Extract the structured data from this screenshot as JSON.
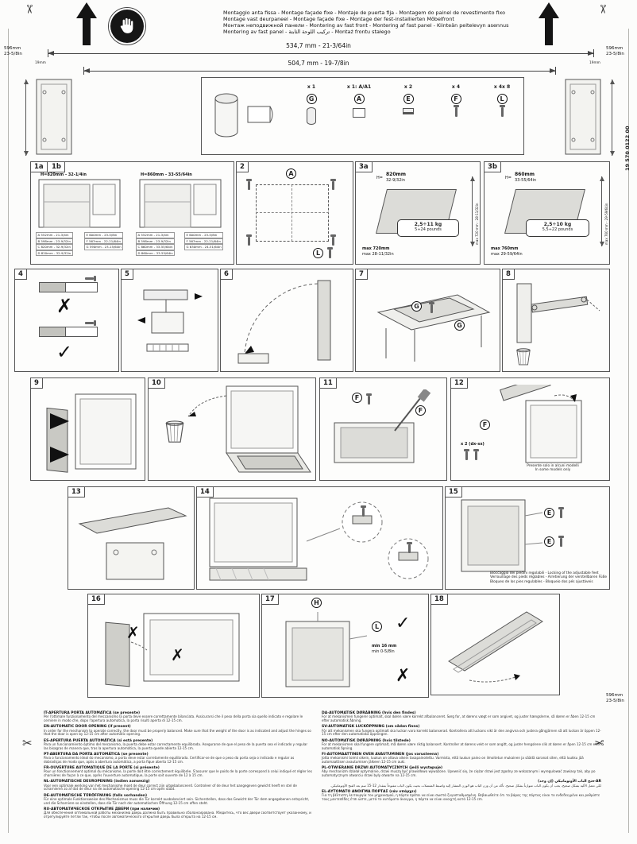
{
  "icons": {
    "scissors": "✂",
    "check": "✓",
    "cross": "✗"
  },
  "header": {
    "title_lines": [
      "Montaggio anta fissa - Montage façade fixe - Montaje de puerta fija - Montagem do painel de revestimento fixo",
      "Montage vast deurpaneel - Montage façade fixe - Montage der fest-installierten Möbelfront",
      "Монтаж неподвижной панели - Montering av fast front - Montering af fast panel - Kiinteän peitelevyn asennus",
      "Montering av fast panel - تركيب اللوحة الثابتة - Montaż frontu stałego"
    ],
    "dim_top": "534,7 mm - 21-3/64in",
    "dim_mid": "504,7 mm - 19-7/8in",
    "dim_19": "19mm",
    "side_mm": "596mm",
    "side_in": "23-5/8in",
    "doc_number": "19 570 0122 00"
  },
  "parts": {
    "items": [
      {
        "letter": "G",
        "qty": "x 1"
      },
      {
        "letter": "A",
        "qty": "x 1: A/A1"
      },
      {
        "letter": "E",
        "qty": "x 2"
      },
      {
        "letter": "F",
        "qty": "x 4"
      },
      {
        "letter": "L",
        "qty": "x 4x 8"
      }
    ]
  },
  "steps": {
    "s1": {
      "num_a": "1a",
      "num_b": "1b",
      "h1": "H=820mm - 32-1/4in",
      "h2": "H=860mm - 33-55/64in",
      "t1": [
        "A 552mm - 21-3/4in",
        "B 598mm - 23-9/32in",
        "C 820mm - 32-9/32in",
        "D 820mm - 32-9/32in"
      ],
      "t2": [
        "E 600mm - 23-5/8in",
        "F 567mm - 22-21/64in",
        "G 590mm - 23-15/64in"
      ],
      "t3": [
        "A 552mm - 21-3/4in",
        "B 598mm - 23-9/32in",
        "C 860mm - 33-55/64in",
        "D 860mm - 33-55/64in"
      ],
      "t4": [
        "E 600mm - 23-5/8in",
        "F 567mm - 22-21/64in",
        "G 630mm - 24-51/64in"
      ]
    },
    "s2": {
      "num": "2",
      "letter_a": "A",
      "letter_l": "L"
    },
    "s3a": {
      "num": "3a",
      "h": "H=",
      "mm": "820mm",
      "in": "32-9/32in",
      "kg": "2,5÷11 kg",
      "lb": "5÷24 pounds",
      "max_mm": "max 720mm",
      "max_in": "max 28-11/32in",
      "vdim": "max 720 mm - 28-11/32in"
    },
    "s3b": {
      "num": "3b",
      "h": "H=",
      "mm": "860mm",
      "in": "33-55/64in",
      "kg": "2,5÷10 kg",
      "lb": "5,5÷22 pounds",
      "max_mm": "max 760mm",
      "max_in": "max 29-59/64in",
      "vdim": "max 760 mm - 29-59/64in"
    },
    "s4": {
      "num": "4"
    },
    "s5": {
      "num": "5"
    },
    "s6": {
      "num": "6"
    },
    "s7": {
      "num": "7",
      "letter_g": "G"
    },
    "s8": {
      "num": "8"
    },
    "s9": {
      "num": "9"
    },
    "s10": {
      "num": "10"
    },
    "s11": {
      "num": "11",
      "letter_f": "F"
    },
    "s12": {
      "num": "12",
      "letter_f": "F",
      "qty": "x 2 (dx-sx)",
      "note_it": "Presente solo in alcuni modelli",
      "note_en": "In some models only"
    },
    "s13": {
      "num": "13"
    },
    "s14": {
      "num": "14"
    },
    "s15": {
      "num": "15",
      "letter_e": "E",
      "note_lines": [
        "Bloccaggio dei piedini regolabili - Locking of the adjustable feet",
        "Verrouillage des pieds réglables - Arretierung der verstellbaren Füße",
        "Bloqueo de los pies regulables - Bloqueio dos pés ajustáveis"
      ]
    },
    "s16": {
      "num": "16"
    },
    "s17": {
      "num": "17",
      "letter_h": "H",
      "letter_l": "L",
      "min_mm": "min 16 mm",
      "min_in": "min 0-5/8in"
    },
    "s18": {
      "num": "18"
    }
  },
  "footer": {
    "left": [
      {
        "title": "IT-APERTURA PORTA AUTOMATICA (se presente)",
        "body": "Per l'ottimale funzionamento del meccanismo la porta deve essere correttamente bilanciata. Assicurarsi che il peso della porta sia quello indicato e regolare le cerniere in modo che, dopo l'apertura automatica, la porta risulti aperta di 12-15 cm."
      },
      {
        "title": "EN-AUTOMATIC DOOR OPENING (if present)",
        "body": "In order for the mechanism to operate correctly, the door must be properly balanced. Make sure that the weight of the door is as indicated and adjust the hinges so that the door is open by 12-15 cm after automatic opening."
      },
      {
        "title": "ES-APERTURA PUERTA AUTOMÁTICA (si está presente)",
        "body": "Para un funcionamiento óptimo del mecanismo, la puerta debe estar correctamente equilibrada. Asegurarse de que el peso de la puerta sea el indicado y regular las bisagras de manera que, tras la apertura automática, la puerta quede abierta 12-15 cm."
      },
      {
        "title": "PT-ABERTURA DA PORTA AUTOMÁTICA (se presente)",
        "body": "Para o funcionamento ideal do mecanismo, a porta deve estar corretamente equilibrada. Certificar-se de que o peso da porta seja o indicado e regular as dobradiças de modo que, após a abertura automática, a porta fique aberta 12-15 cm."
      },
      {
        "title": "FR-OUVERTURE AUTOMATIQUE DE LA PORTE (si présente)",
        "body": "Pour un fonctionnement optimal du mécanisme, la porte doit être correctement équilibrée. S'assurer que le poids de la porte correspond à celui indiqué et régler les charnières de façon à ce que, après l'ouverture automatique, la porte soit ouverte de 12 à 15 cm."
      },
      {
        "title": "NL-AUTOMATISCHE DEUROPENING (indien aanwezig)",
        "body": "Voor een optimale werking van het mechanisme moet de deur correct zijn uitgebalanceerd. Controleer of de deur het aangegeven gewicht heeft en stel de scharnieren zo af dat de deur na de automatische opening 12-15 cm open staat."
      },
      {
        "title": "DE-AUTOMATISCHE TÜRÖFFNUNG (falls vorhanden)",
        "body": "Für eine optimale Funktionsweise des Mechanismus muss die Tür korrekt ausbalanciert sein. Sicherstellen, dass das Gewicht der Tür dem angegebenen entspricht, und die Scharniere so einstellen, dass die Tür nach der automatischen Öffnung 12-15 cm offen steht."
      },
      {
        "title": "RU-АВТОМАТИЧЕСКОЕ ОТКРЫТИЕ ДВЕРИ (при наличии)",
        "body": "Для обеспечения оптимальной работы механизма дверь должна быть правильно сбалансирована. Убедитесь, что вес двери соответствует указанному, и отрегулируйте петли так, чтобы после автоматического открытия дверь была открыта на 12-15 см."
      }
    ],
    "right": [
      {
        "title": "DA-AUTOMATISK DØRÅBNING (hvis den findes)",
        "body": "For at mekanismen fungerer optimalt, skal døren være korrekt afbalanceret. Sørg for, at dørens vægt er som angivet, og juster hængslerne, så døren er åben 12-15 cm efter automatisk åbning."
      },
      {
        "title": "SV-AUTOMATISK LUCKÖPPNING (om sådan finns)",
        "body": "För att mekanismen ska fungera optimalt ska luckan vara korrekt balanserad. Kontrollera att luckans vikt är den angivna och justera gångjärnen så att luckan är öppen 12-15 cm efter den automatiska öppningen."
      },
      {
        "title": "NO-AUTOMATISK DØRÅPNING (hvis tilstede)",
        "body": "For at mekanismen skal fungere optimalt, må døren være riktig balansert. Kontroller at dørens vekt er som angitt, og juster hengslene slik at døren er åpen 12-15 cm etter automatisk åpning."
      },
      {
        "title": "FI-AUTOMAATTINEN OVEN AVAUTUMINEN (jos varusteena)",
        "body": "Jotta mekanismi toimii oikein, luukun on oltava oikein tasapainotettu. Varmista, että luukun paino on ilmoitetun mukainen ja säädä saranat siten, että luukku jää automaattisen avautumisen jälkeen 12-15 cm auki."
      },
      {
        "title": "PL-OTWIERANIE DRZWI AUTOMATYCZNYCH (jeśli występuje)",
        "body": "Aby mechanizm działał optymalnie, drzwi muszą być prawidłowo wyważone. Upewnić się, że ciężar drzwi jest zgodny ze wskazanym i wyregulować zawiasy tak, aby po automatycznym otwarciu drzwi były otwarte na 12-15 cm."
      },
      {
        "title": "AR-فتح الباب الأوتوماتيكي (إن وجد)",
        "body": "لكي تعمل الآلية بشكل صحيح، يجب أن يكون الباب متوازناً بشكل صحيح. تأكد من أن وزن الباب هو الوزن المشار إليه واضبط المفصلات بحيث يكون الباب مفتوحاً بمقدار 12-15 سم بعد الفتح الأوتوماتيكي."
      },
      {
        "title": "EL-ΑΥΤΟΜΑΤΟ ΑΝΟΙΓΜΑ ΠΟΡΤΑΣ (εάν υπάρχει)",
        "body": "Για τη βέλτιστη λειτουργία του μηχανισμού, η πόρτα πρέπει να είναι σωστά ζυγοσταθμισμένη. Βεβαιωθείτε ότι το βάρος της πόρτας είναι το ενδεδειγμένο και ρυθμίστε τους μεντεσέδες έτσι ώστε, μετά το αυτόματο άνοιγμα, η πόρτα να είναι ανοιχτή κατά 12-15 cm."
      }
    ]
  }
}
